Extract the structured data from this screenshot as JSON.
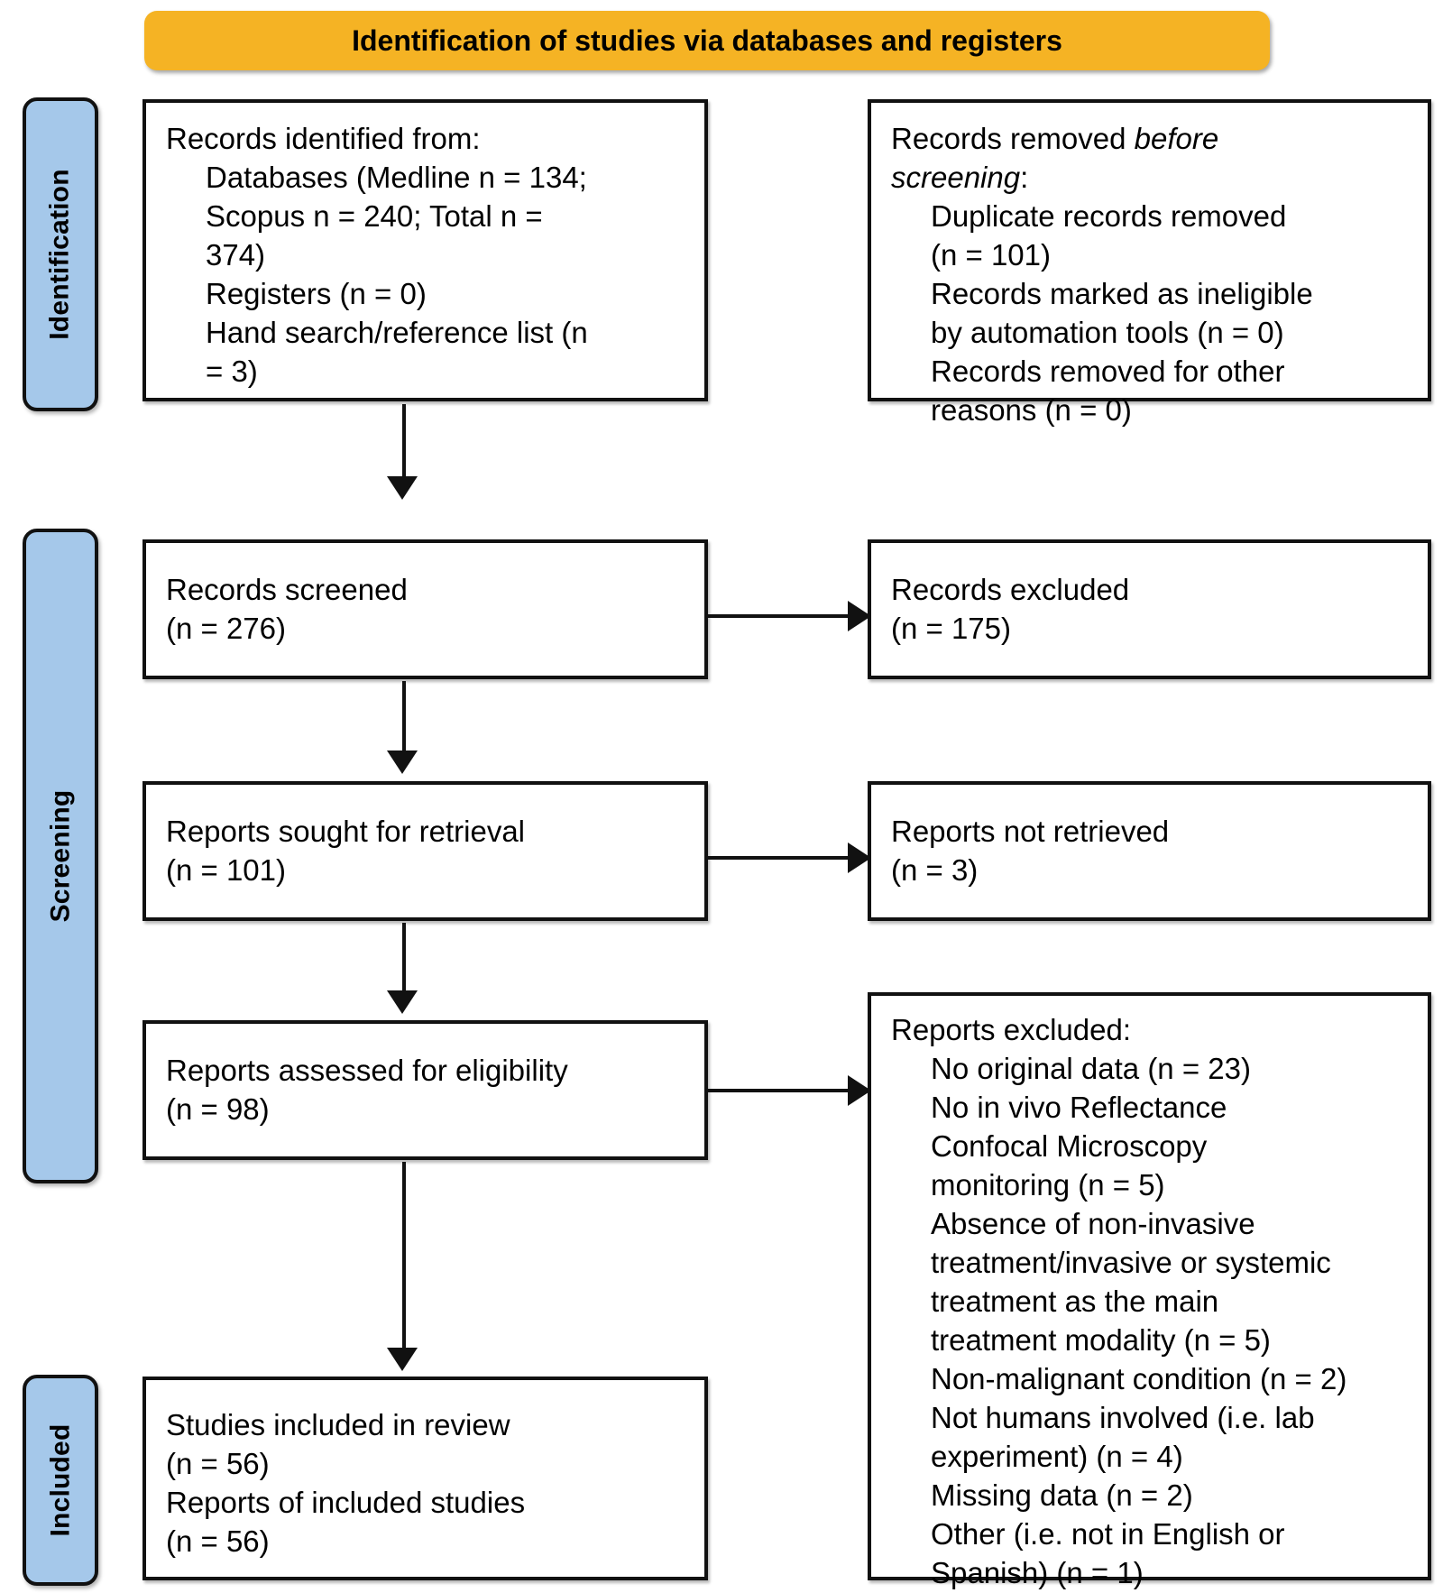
{
  "diagram": {
    "type": "prisma-flow-diagram",
    "header": {
      "title": "Identification of studies via databases and registers",
      "color": "#f5b324"
    },
    "stages": [
      {
        "key": "identification",
        "label": "Identification",
        "color": "#a5c8ea"
      },
      {
        "key": "screening",
        "label": "Screening",
        "color": "#a5c8ea"
      },
      {
        "key": "included",
        "label": "Included",
        "color": "#a5c8ea"
      }
    ],
    "boxes": {
      "records_identified": {
        "title": "Records identified from:",
        "lines": [
          "Databases (Medline n = 134;",
          "Scopus n = 240; Total n =",
          "374)",
          "Registers (n = 0)",
          "Hand search/reference list (n",
          "= 3)"
        ]
      },
      "records_removed": {
        "title_plain": "Records removed ",
        "title_italic": "before",
        "title_italic2": "screening",
        "title_colon": ":",
        "lines": [
          "Duplicate records removed",
          "(n = 101)",
          "Records marked as ineligible",
          "by automation tools (n = 0)",
          "Records removed for other",
          "reasons (n = 0)"
        ]
      },
      "records_screened": {
        "line1": "Records screened",
        "line2": "(n = 276)"
      },
      "records_excluded": {
        "line1": "Records excluded",
        "line2": "(n = 175)"
      },
      "reports_sought": {
        "line1": "Reports sought for retrieval",
        "line2": "(n = 101)"
      },
      "reports_not_retrieved": {
        "line1": "Reports not retrieved",
        "line2": "(n = 3)"
      },
      "reports_assessed": {
        "line1": "Reports assessed for eligibility",
        "line2": "(n = 98)"
      },
      "reports_excluded": {
        "title": "Reports excluded:",
        "lines": [
          "No original data (n = 23)",
          "No in vivo Reflectance",
          "Confocal Microscopy",
          "monitoring (n = 5)",
          "Absence of non-invasive",
          "treatment/invasive or systemic",
          "treatment as the main",
          "treatment modality (n = 5)",
          "Non-malignant condition (n = 2)",
          "Not humans involved (i.e. lab",
          "experiment) (n = 4)",
          "Missing data (n = 2)",
          "Other (i.e. not in English or",
          "Spanish) (n = 1)"
        ]
      },
      "studies_included": {
        "line1": "Studies included in review",
        "line2": "(n = 56)",
        "line3": "Reports of included studies",
        "line4": "(n = 56)"
      }
    }
  }
}
